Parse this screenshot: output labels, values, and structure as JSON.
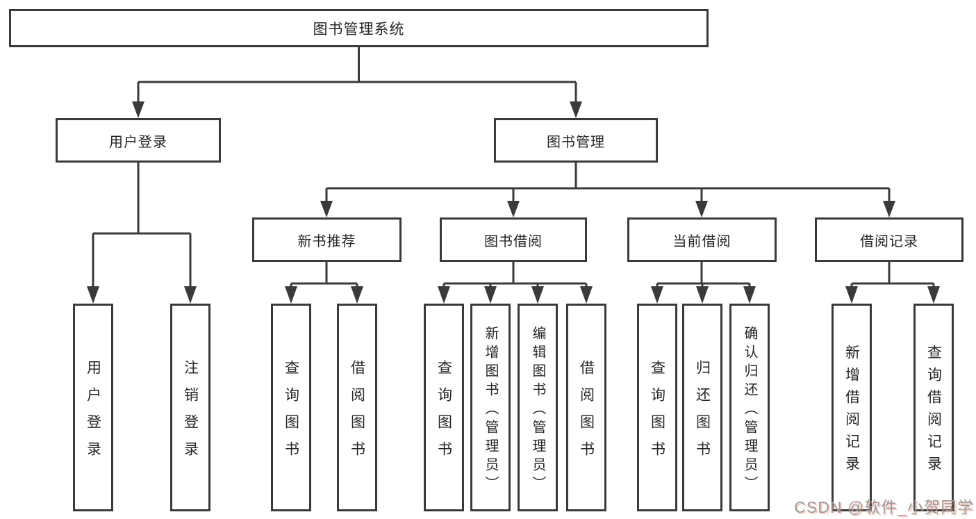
{
  "diagram": {
    "root": "图书管理系统",
    "branches": [
      {
        "label": "用户登录",
        "leaves": [
          "用户登录",
          "注销登录"
        ]
      },
      {
        "label": "图书管理",
        "groups": [
          {
            "label": "新书推荐",
            "leaves": [
              "查询图书",
              "借阅图书"
            ]
          },
          {
            "label": "图书借阅",
            "leaves": [
              "查询图书",
              "新增图书（管理员）",
              "编辑图书（管理员）",
              "借阅图书"
            ]
          },
          {
            "label": "当前借阅",
            "leaves": [
              "查询图书",
              "归还图书",
              "确认归还（管理员）"
            ]
          },
          {
            "label": "借阅记录",
            "leaves": [
              "新增借阅记录",
              "查询借阅记录"
            ]
          }
        ]
      }
    ]
  },
  "watermark": "CSDN @软件_小贺同学",
  "colors": {
    "line": "#3a3a3a",
    "text": "#262626",
    "background": "#ffffff",
    "watermark_text": "#9a9a9a",
    "watermark_shadow": "#f47860"
  }
}
